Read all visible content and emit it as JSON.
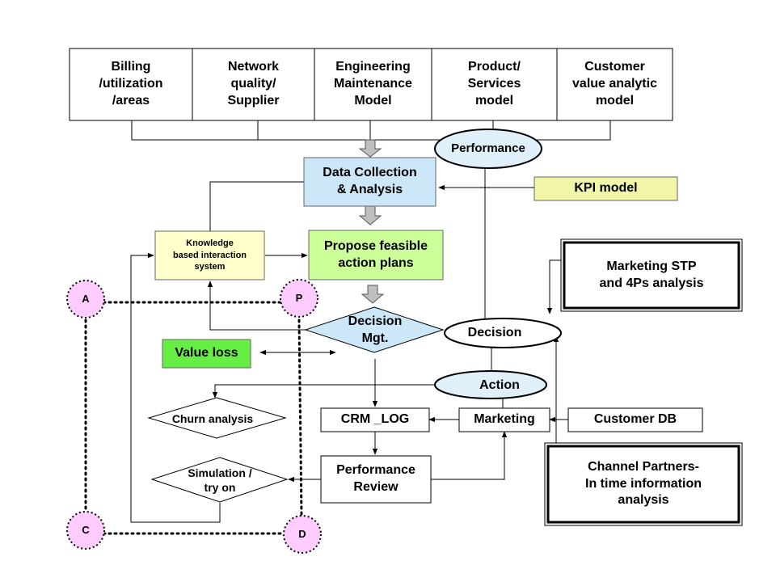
{
  "top_row": [
    {
      "lines": [
        "Billing",
        "/utilization",
        "/areas"
      ]
    },
    {
      "lines": [
        "Network",
        "quality/",
        "Supplier"
      ]
    },
    {
      "lines": [
        "Engineering",
        "Maintenance",
        "Model"
      ]
    },
    {
      "lines": [
        "Product/",
        "Services",
        "model"
      ]
    },
    {
      "lines": [
        "Customer",
        "value analytic",
        "model"
      ]
    }
  ],
  "nodes": {
    "performance": "Performance",
    "data_collection": [
      "Data Collection",
      "& Analysis"
    ],
    "kpi_model": "KPI model",
    "knowledge": [
      "Knowledge",
      "based interaction",
      "system"
    ],
    "propose": [
      "Propose feasible",
      "action plans"
    ],
    "marketing_stp": [
      "Marketing STP",
      "and 4Ps analysis"
    ],
    "decision_mgt": [
      "Decision",
      "Mgt."
    ],
    "decision": "Decision",
    "value_loss": "Value loss",
    "action": "Action",
    "churn": "Churn analysis",
    "crm_log": "CRM _LOG",
    "marketing": "Marketing",
    "customer_db": "Customer DB",
    "performance_review": [
      "Performance",
      "Review"
    ],
    "channel_partners": [
      "Channel Partners-",
      "In time information",
      "analysis"
    ],
    "simulation": [
      "Simulation /",
      "try on"
    ]
  },
  "connectors": {
    "a": "A",
    "p": "P",
    "c": "C",
    "d": "D"
  },
  "colors": {
    "data_collection_fill": "#cce8f8",
    "kpi_fill": "#f0f5a8",
    "knowledge_fill": "#ffffcc",
    "propose_fill": "#ccff99",
    "decision_mgt_fill": "#cce8f8",
    "value_loss_fill": "#66ee44",
    "ellipse_fill": "#dff0fa",
    "connector_fill": "#ffccff"
  }
}
